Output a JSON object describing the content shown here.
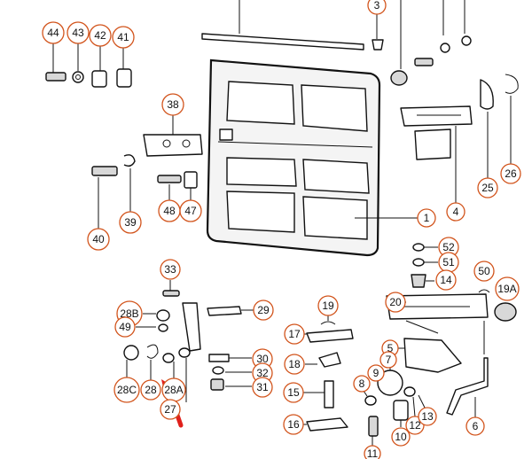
{
  "diagram": {
    "callouts": [
      "44",
      "43",
      "42",
      "41",
      "38",
      "39",
      "40",
      "48",
      "47",
      "3",
      "1",
      "4",
      "25",
      "26",
      "52",
      "51",
      "14",
      "50",
      "19A",
      "33",
      "28B",
      "49",
      "29",
      "28C",
      "28",
      "28A",
      "27",
      "30",
      "32",
      "31",
      "19",
      "17",
      "18",
      "15",
      "16",
      "20",
      "5",
      "7",
      "9",
      "8",
      "12",
      "13",
      "10",
      "6",
      "11"
    ],
    "colors": {
      "callout_ring": "#d2541c",
      "arrow": "#e0201b",
      "line": "#111111",
      "background": "#ffffff"
    }
  }
}
